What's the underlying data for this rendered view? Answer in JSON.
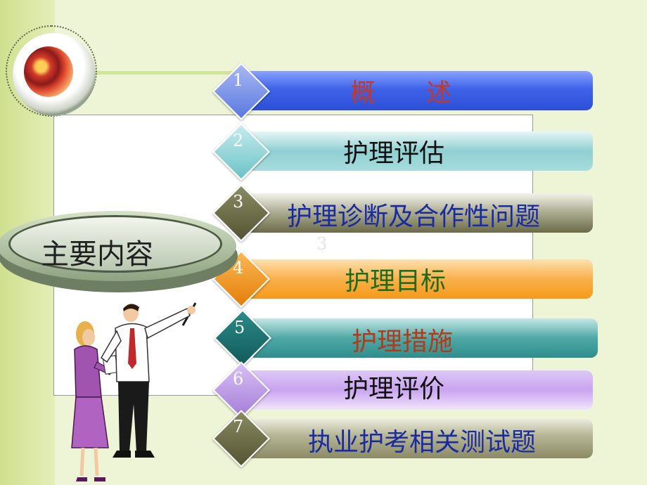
{
  "section_title": "主要内容",
  "stray_number": "3",
  "items": [
    {
      "num": "1",
      "label": "概　　述",
      "text_color": "#c0392b",
      "bar_color": "#3f63e8",
      "diamond_color": "#6a85e8"
    },
    {
      "num": "2",
      "label": "护理评估",
      "text_color": "#111111",
      "bar_color": "#8fd0d2",
      "diamond_color": "#8cd4d6"
    },
    {
      "num": "3",
      "label": "护理诊断及合作性问题",
      "text_color": "#1a2aa0",
      "bar_color": "#7a7a5a",
      "diamond_color": "#6b6b44"
    },
    {
      "num": "4",
      "label": "护理目标",
      "text_color": "#1e6b1e",
      "bar_color": "#f59a1a",
      "diamond_color": "#f08a10"
    },
    {
      "num": "5",
      "label": "护理措施",
      "text_color": "#b23a1a",
      "bar_color": "#2e8e8c",
      "diamond_color": "#1a6a6a"
    },
    {
      "num": "6",
      "label": "护理评价",
      "text_color": "#111111",
      "bar_color": "#c9a4f0",
      "diamond_color": "#b08ae0"
    },
    {
      "num": "7",
      "label": "执业护考相关测试题",
      "text_color": "#1a2aa0",
      "bar_color": "#8a8a66",
      "diamond_color": "#6b6b44"
    }
  ]
}
